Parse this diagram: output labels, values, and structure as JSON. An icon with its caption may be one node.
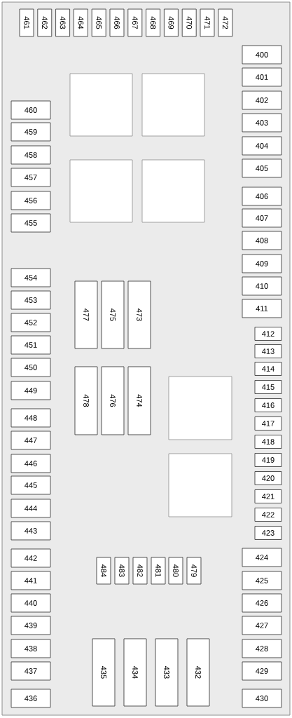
{
  "diagram": {
    "nodes": [
      {
        "text": [
          "461"
        ]
      },
      {
        "text": [
          "462"
        ]
      },
      {
        "text": [
          "463"
        ]
      },
      {
        "text": [
          "464"
        ]
      },
      {
        "text": [
          "465"
        ]
      },
      {
        "text": [
          "466"
        ]
      },
      {
        "text": [
          "467"
        ]
      },
      {
        "text": [
          "468"
        ]
      },
      {
        "text": [
          "469"
        ]
      },
      {
        "text": [
          "470"
        ]
      },
      {
        "text": [
          "471"
        ]
      },
      {
        "text": [
          "472"
        ]
      },
      {
        "text": [],
        "shape": "box"
      },
      {
        "text": [],
        "shape": "box"
      },
      {
        "text": [],
        "shape": "box"
      },
      {
        "text": [],
        "shape": "box"
      },
      {
        "text": [
          "400"
        ]
      },
      {
        "text": [
          "401"
        ]
      },
      {
        "text": [
          "402"
        ]
      },
      {
        "text": [
          "403"
        ]
      },
      {
        "text": [
          "404"
        ]
      },
      {
        "text": [
          "405"
        ]
      },
      {
        "text": [
          "406"
        ]
      },
      {
        "text": [
          "407"
        ]
      },
      {
        "text": [
          "408"
        ]
      },
      {
        "text": [
          "409"
        ]
      },
      {
        "text": [
          "410"
        ]
      },
      {
        "text": [
          "411"
        ]
      },
      {
        "text": [
          "460"
        ]
      },
      {
        "text": [
          "459"
        ]
      },
      {
        "text": [
          "458"
        ]
      },
      {
        "text": [
          "457"
        ]
      },
      {
        "text": [
          "456"
        ]
      },
      {
        "text": [
          "455"
        ]
      },
      {
        "text": [
          "454"
        ]
      },
      {
        "text": [
          "453"
        ]
      },
      {
        "text": [
          "452"
        ]
      },
      {
        "text": [
          "451"
        ]
      },
      {
        "text": [
          "450"
        ]
      },
      {
        "text": [
          "449"
        ]
      },
      {
        "text": [
          "448"
        ]
      },
      {
        "text": [
          "447"
        ]
      },
      {
        "text": [
          "446"
        ]
      },
      {
        "text": [
          "445"
        ]
      },
      {
        "text": [
          "444"
        ]
      },
      {
        "text": [
          "443"
        ]
      },
      {
        "text": [
          "477"
        ]
      },
      {
        "text": [
          "475"
        ]
      },
      {
        "text": [
          "473"
        ]
      },
      {
        "text": [
          "478"
        ]
      },
      {
        "text": [
          "476"
        ]
      },
      {
        "text": [
          "474"
        ]
      },
      {
        "text": [],
        "shape": "box"
      },
      {
        "text": [],
        "shape": "box"
      },
      {
        "text": [
          "412"
        ]
      },
      {
        "text": [
          "413"
        ]
      },
      {
        "text": [
          "414"
        ]
      },
      {
        "text": [
          "415"
        ]
      },
      {
        "text": [
          "416"
        ]
      },
      {
        "text": [
          "417"
        ]
      },
      {
        "text": [
          "418"
        ]
      },
      {
        "text": [
          "419"
        ]
      },
      {
        "text": [
          "420"
        ]
      },
      {
        "text": [
          "421"
        ]
      },
      {
        "text": [
          "422"
        ]
      },
      {
        "text": [
          "423"
        ]
      },
      {
        "text": [
          "484"
        ]
      },
      {
        "text": [
          "483"
        ]
      },
      {
        "text": [
          "482"
        ]
      },
      {
        "text": [
          "481"
        ]
      },
      {
        "text": [
          "480"
        ]
      },
      {
        "text": [
          "479"
        ]
      },
      {
        "text": [
          "442"
        ]
      },
      {
        "text": [
          "441"
        ]
      },
      {
        "text": [
          "440"
        ]
      },
      {
        "text": [
          "439"
        ]
      },
      {
        "text": [
          "438"
        ]
      },
      {
        "text": [
          "437"
        ]
      },
      {
        "text": [
          "436"
        ]
      },
      {
        "text": [
          "424"
        ]
      },
      {
        "text": [
          "425"
        ]
      },
      {
        "text": [
          "426"
        ]
      },
      {
        "text": [
          "427"
        ]
      },
      {
        "text": [
          "428"
        ]
      },
      {
        "text": [
          "429"
        ]
      },
      {
        "text": [
          "430"
        ]
      },
      {
        "text": [
          "435"
        ]
      },
      {
        "text": [
          "434"
        ]
      },
      {
        "text": [
          "433"
        ]
      },
      {
        "text": [
          "432"
        ]
      }
    ]
  }
}
